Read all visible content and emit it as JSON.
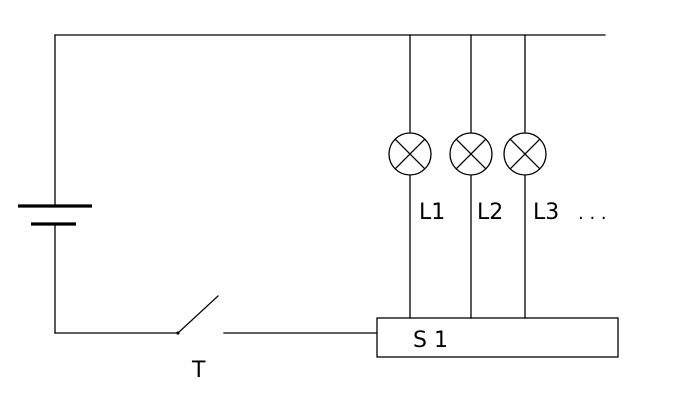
{
  "labels": {
    "lamps": [
      "L1",
      "L2",
      "L3"
    ],
    "ellipsis": ". . .",
    "switch": "T",
    "box": "S 1"
  },
  "colors": {
    "stroke": "#000000",
    "background": "#ffffff"
  }
}
